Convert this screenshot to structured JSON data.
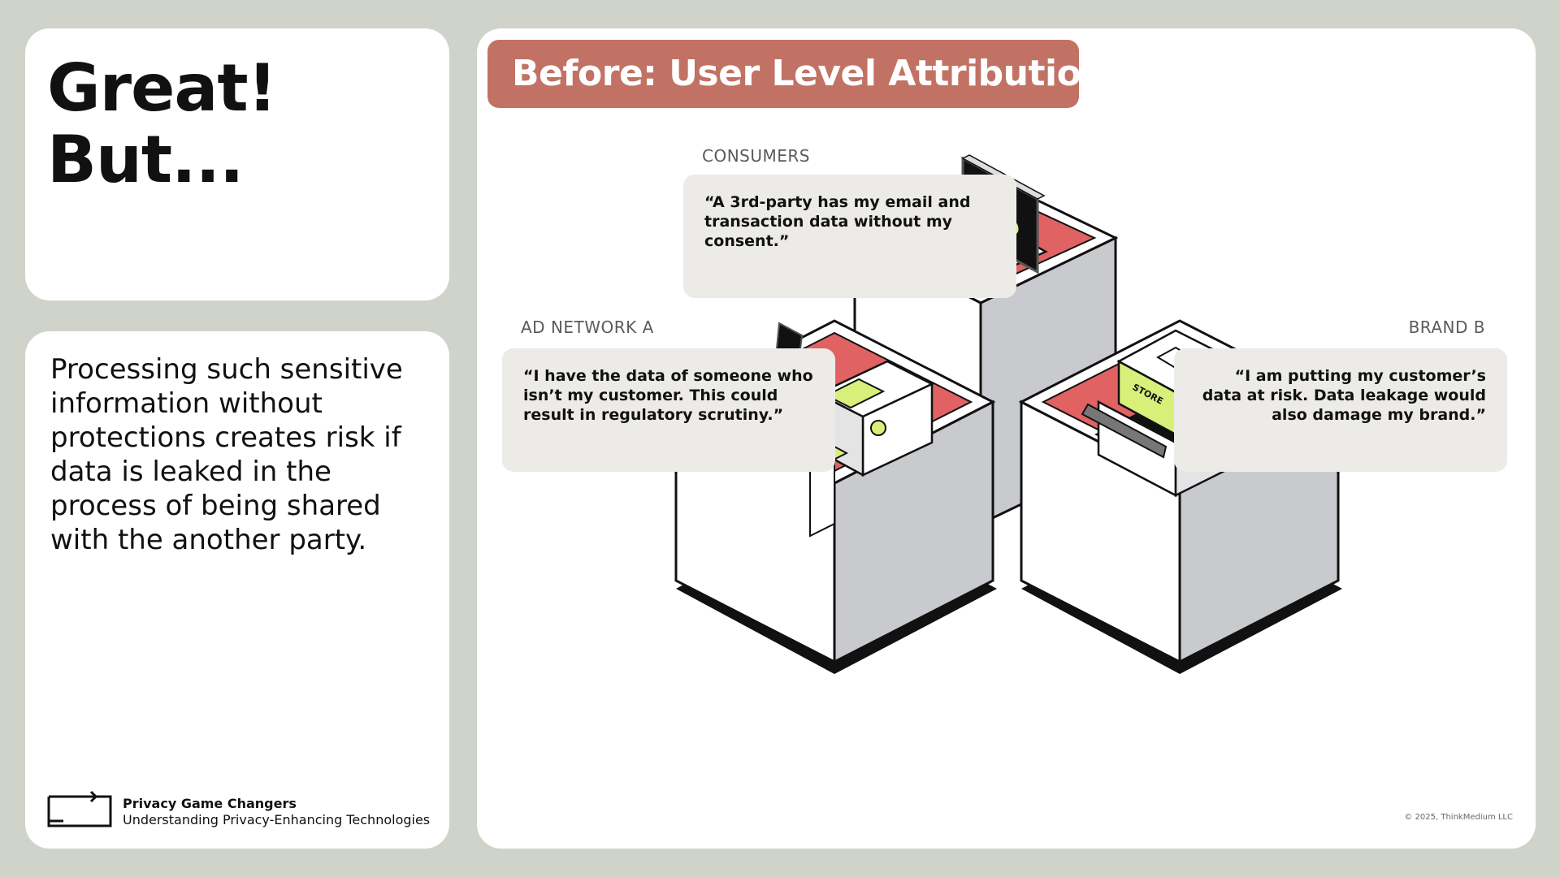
{
  "title_card": {
    "line1": "Great!",
    "line2": "But..."
  },
  "text_card": {
    "body": "Processing such sensitive information without protections creates risk if data is leaked in the process of being shared with the another party.",
    "footer_title": "Privacy Game Changers",
    "footer_subtitle": "Understanding Privacy-Enhancing Technologies"
  },
  "main": {
    "banner": "Before: User Level Attribution",
    "consumers": {
      "label": "CONSUMERS",
      "quote": "“A 3rd-party has my email and transaction data without my consent.”"
    },
    "ad_network": {
      "label": "AD NETWORK A",
      "quote": "“I have the data of someone who isn’t my customer. This could result in regulatory scrutiny.”"
    },
    "brand": {
      "label": "BRAND B",
      "quote": "“I am putting my customer’s data at risk. Data leakage would also damage my brand.”"
    },
    "store_sign": "STORE",
    "dollar_sign": "$",
    "copyright": "© 2025, ThinkMedium LLC"
  },
  "colors": {
    "background": "#d0d3ca",
    "banner": "#c27264",
    "platform_top": "#e06262",
    "accent_lime": "#d8f07a",
    "quote_box": "#ecebe7"
  }
}
